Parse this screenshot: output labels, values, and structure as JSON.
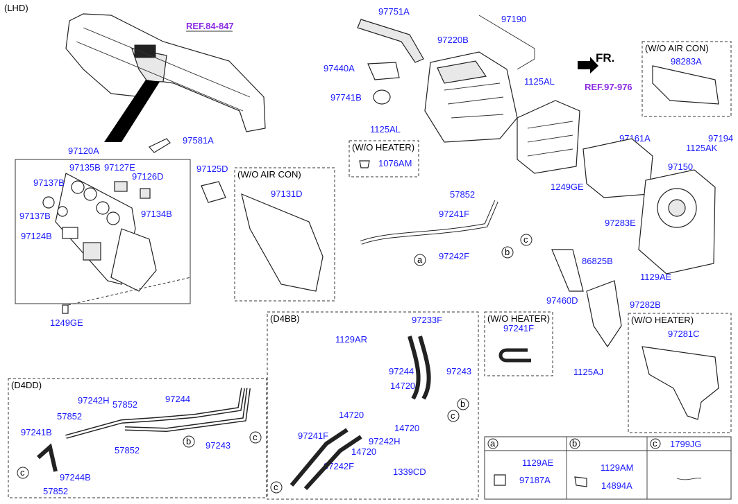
{
  "corner_label": "(LHD)",
  "labels": {
    "ref_84": "REF.84-847",
    "ref_97": "REF.97-976",
    "fr": "FR.",
    "p97581A": "97581A",
    "p97120A": "97120A",
    "p97135B": "97135B",
    "p97127E": "97127E",
    "p97126D": "97126D",
    "p97125D": "97125D",
    "p97137B_1": "97137B",
    "p97137B_2": "97137B",
    "p97134B": "97134B",
    "p97124B": "97124B",
    "p1249GE_1": "1249GE",
    "p97131D": "97131D",
    "p97751A": "97751A",
    "p97190": "97190",
    "p97220B": "97220B",
    "p97440A": "97440A",
    "p1125AL_1": "1125AL",
    "p97741B": "97741B",
    "p1125AL_2": "1125AL",
    "p1076AM": "1076AM",
    "p98283A": "98283A",
    "p97161A": "97161A",
    "p97194": "97194",
    "p1125AK": "1125AK",
    "p97150": "97150",
    "p1249GE_2": "1249GE",
    "p57852_1": "57852",
    "p97241F_1": "97241F",
    "p97242F_1": "97242F",
    "p97283E": "97283E",
    "p86825B": "86825B",
    "p1129AE": "1129AE",
    "p97460D": "97460D",
    "p97282B": "97282B",
    "p97233F": "97233F",
    "p1129AR": "1129AR",
    "p97244_1": "97244",
    "p97243_1": "97243",
    "p14720_1": "14720",
    "p14720_2": "14720",
    "p14720_3": "14720",
    "p14720_4": "14720",
    "p97241F_2": "97241F",
    "p97242H_1": "97242H",
    "p97242F_2": "97242F",
    "p1339CD": "1339CD",
    "p97241F_3": "97241F",
    "p1125AJ": "1125AJ",
    "p97281C": "97281C",
    "p97242H_2": "97242H",
    "p57852_2": "57852",
    "p97244_2": "97244",
    "p57852_3": "57852",
    "p97241B": "97241B",
    "p57852_4": "57852",
    "p97243_2": "97243",
    "p97244B": "97244B",
    "p57852_5": "57852",
    "p1129AE_2": "1129AE",
    "p97187A": "97187A",
    "p1129AM": "1129AM",
    "p14894A": "14894A",
    "p1799JG": "1799JG"
  },
  "boxes": {
    "wo_aircon_1": "(W/O AIR CON)",
    "wo_heater_1": "(W/O HEATER)",
    "wo_aircon_2": "(W/O AIR CON)",
    "d4bb": "(D4BB)",
    "wo_heater_2": "(W/O HEATER)",
    "wo_heater_3": "(W/O HEATER)",
    "d4dd": "(D4DD)"
  },
  "callouts": {
    "a": "a",
    "b": "b",
    "c": "c"
  },
  "colors": {
    "label": "#1a1aff",
    "ref": "#8a2be2",
    "line": "#222222"
  }
}
